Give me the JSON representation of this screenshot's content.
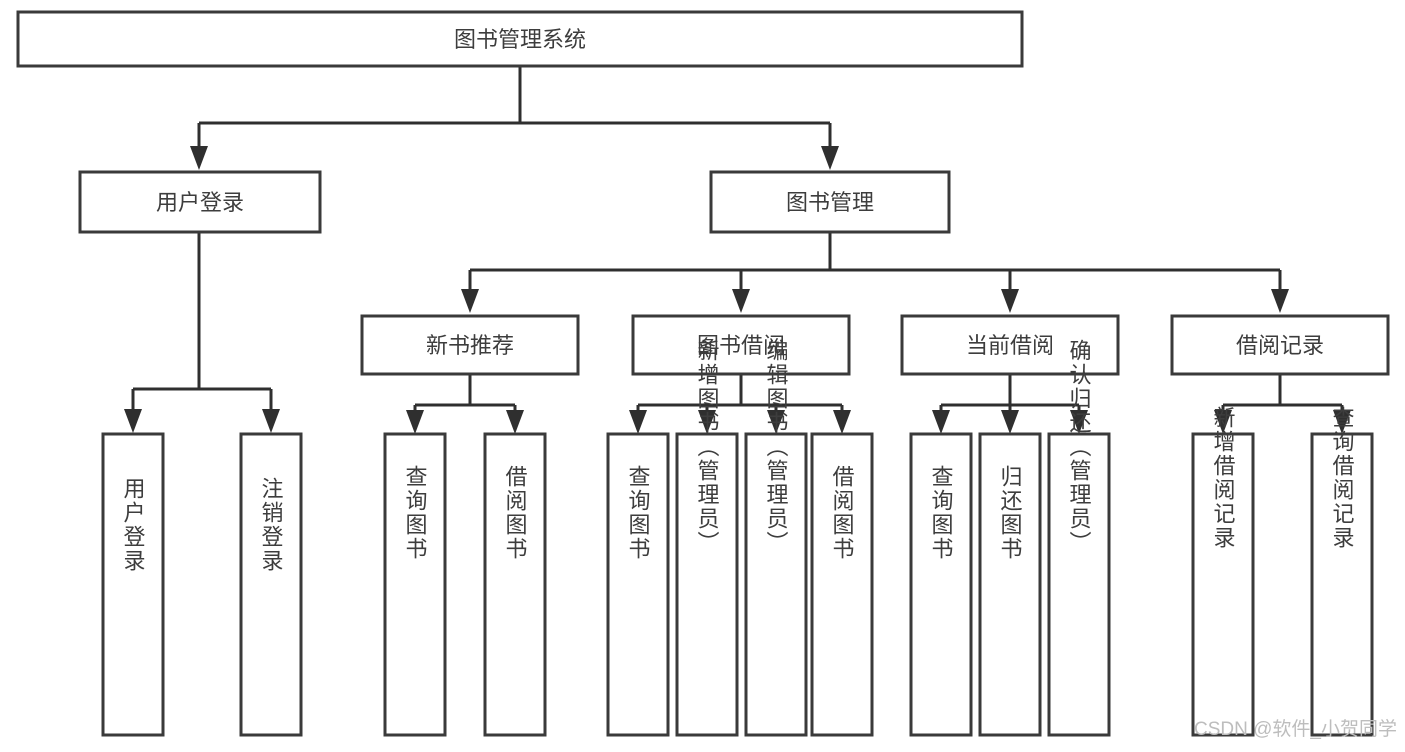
{
  "diagram": {
    "type": "hierarchy-tree",
    "title": "图书管理系统",
    "root": {
      "id": "root",
      "label": "图书管理系统",
      "level": 0
    },
    "level1": [
      {
        "id": "user-login",
        "label": "用户登录"
      },
      {
        "id": "book-manage",
        "label": "图书管理"
      }
    ],
    "level2": [
      {
        "id": "new-book-recommend",
        "label": "新书推荐",
        "parent": "book-manage"
      },
      {
        "id": "book-borrow",
        "label": "图书借阅",
        "parent": "book-manage"
      },
      {
        "id": "current-borrow",
        "label": "当前借阅",
        "parent": "book-manage"
      },
      {
        "id": "borrow-record",
        "label": "借阅记录",
        "parent": "book-manage"
      }
    ],
    "leaves": {
      "user_login": [
        {
          "id": "leaf-user-login",
          "label": "用户登录"
        },
        {
          "id": "leaf-logout",
          "label": "注销登录"
        }
      ],
      "new_book_recommend": [
        {
          "id": "leaf-query-book-1",
          "label": "查询图书"
        },
        {
          "id": "leaf-borrow-book-1",
          "label": "借阅图书"
        }
      ],
      "book_borrow": [
        {
          "id": "leaf-query-book-2",
          "label": "查询图书"
        },
        {
          "id": "leaf-add-book",
          "label": "新增图书（管理员）"
        },
        {
          "id": "leaf-edit-book",
          "label": "编辑图书（管理员）"
        },
        {
          "id": "leaf-borrow-book-2",
          "label": "借阅图书"
        }
      ],
      "current_borrow": [
        {
          "id": "leaf-query-book-3",
          "label": "查询图书"
        },
        {
          "id": "leaf-return-book",
          "label": "归还图书"
        },
        {
          "id": "leaf-confirm-return",
          "label": "确认归还（管理员）"
        }
      ],
      "borrow_record": [
        {
          "id": "leaf-add-record",
          "label": "新增借阅记录"
        },
        {
          "id": "leaf-query-record",
          "label": "查询借阅记录"
        }
      ]
    }
  },
  "watermark": {
    "text": "CSDN @软件_小贺同学"
  },
  "colors": {
    "box_stroke": "#3a3a3a",
    "connector": "#2f2f2f",
    "text": "#3d3d3d",
    "background": "#ffffff",
    "watermark": "#bdbdbd"
  }
}
